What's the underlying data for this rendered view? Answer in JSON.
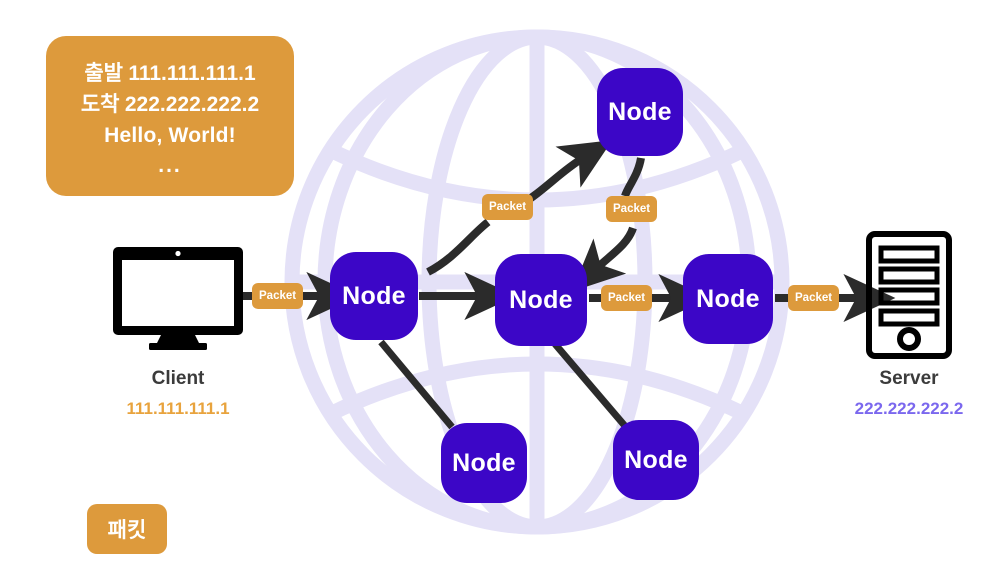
{
  "diagram": {
    "title": "Packet routing from client to server through network nodes",
    "colors": {
      "packet_orange": "#dd9a3c",
      "node_purple": "#3c06c7",
      "globe_lavender": "#e4e1f7",
      "client_ip_color": "#e8a33d",
      "server_ip_color": "#7b68ee",
      "wire_black": "#2b2b2b"
    }
  },
  "message_box": {
    "source_label": "출발",
    "source_value": "111.111.111.1",
    "dest_label": "도착",
    "dest_value": "222.222.222.2",
    "payload": "Hello, World!",
    "continuation": "..."
  },
  "legend": {
    "packet_label": "패킷"
  },
  "endpoints": {
    "client": {
      "name": "Client",
      "ip": "111.111.111.1",
      "icon": "desktop-monitor-icon"
    },
    "server": {
      "name": "Server",
      "ip": "222.222.222.2",
      "icon": "server-tower-icon"
    }
  },
  "nodes": [
    {
      "id": "node-1",
      "label": "Node"
    },
    {
      "id": "node-2",
      "label": "Node"
    },
    {
      "id": "node-3",
      "label": "Node"
    },
    {
      "id": "node-top",
      "label": "Node"
    },
    {
      "id": "node-bottom-left",
      "label": "Node"
    },
    {
      "id": "node-bottom-right",
      "label": "Node"
    }
  ],
  "packets": [
    {
      "id": "packet-client-to-node1",
      "label": "Packet"
    },
    {
      "id": "packet-node1-to-nodetop",
      "label": "Packet"
    },
    {
      "id": "packet-nodetop-to-node2",
      "label": "Packet"
    },
    {
      "id": "packet-node2-to-node3",
      "label": "Packet"
    },
    {
      "id": "packet-node3-to-server",
      "label": "Packet"
    }
  ]
}
